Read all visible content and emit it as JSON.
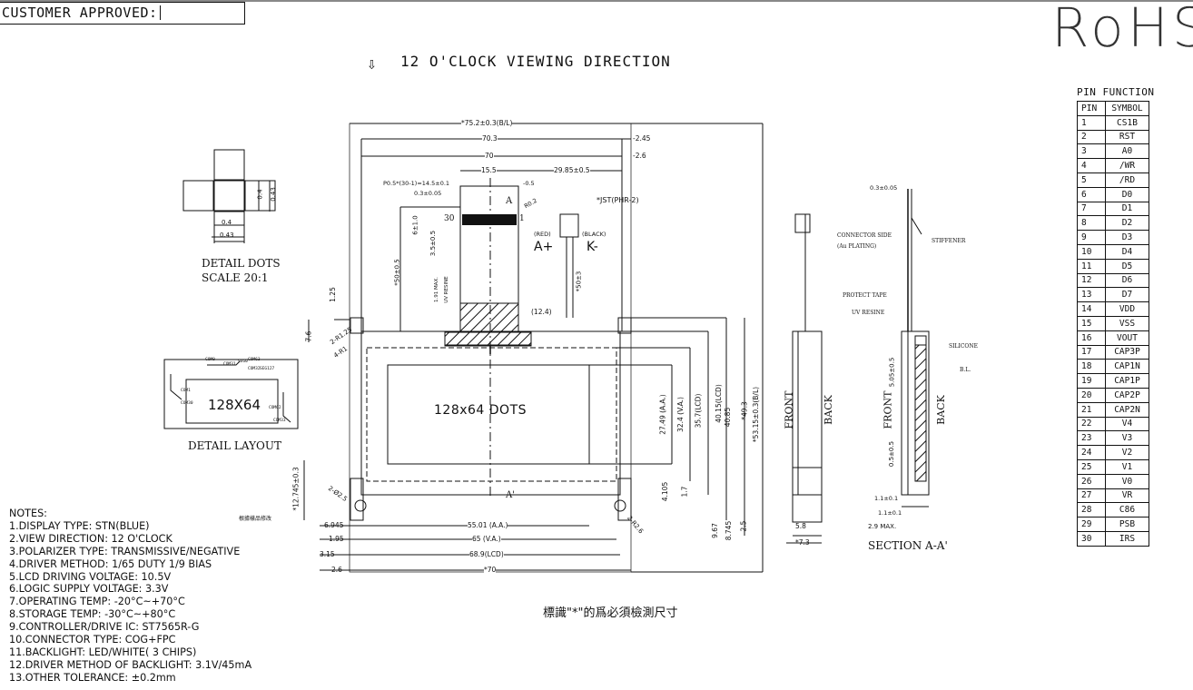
{
  "header": {
    "customer_approved_label": "CUSTOMER APPROVED:",
    "rohs_mark": "RoHS",
    "viewing_direction": "12 O'CLOCK VIEWING DIRECTION"
  },
  "detail_dots": {
    "title": "DETAIL DOTS",
    "scale": "SCALE 20:1",
    "dims": [
      "0.4",
      "0.43",
      "0.4",
      "0.43"
    ]
  },
  "detail_layout": {
    "title": "DETAIL LAYOUT",
    "center_label": "128X64",
    "com_labels": [
      "COM0",
      "COM31",
      "SEG0",
      "SEG127",
      "COM63",
      "COM32",
      "COM62",
      "COM33",
      "COM1",
      "COM30"
    ]
  },
  "front_view": {
    "center_label": "128x64 DOTS",
    "top_dims": [
      "*75.2±0.3(B/L)",
      "70.3",
      "70",
      "15.5",
      "29.85±0.5",
      "-2.45",
      "-2.6"
    ],
    "fpc_dims": [
      "P0.5*(30-1)=14.5±0.1",
      "0.3±0.05",
      "-0.5",
      "R0.2",
      "30",
      "1"
    ],
    "connector": {
      "label": "*JST(PHR-2)",
      "red": "(RED)",
      "black": "(BLACK)",
      "plus": "A+",
      "minus": "K-"
    },
    "section_marks": [
      "A",
      "A'"
    ],
    "bottom_dims": [
      "55.01 (A.A.)",
      "65 (V.A.)",
      "68.9(LCD)",
      "*70",
      "6.945",
      "1.95",
      "3.15",
      "2.6"
    ],
    "right_dims": [
      "27.49 (A.A.)",
      "32.4 (V.A.)",
      "35.7(LCD)",
      "40.15(LCD)",
      "40.85",
      "*49.3",
      "*53.15±0.3(B/L)",
      "4.105",
      "1.7",
      "9.67",
      "8.745",
      "2.5"
    ],
    "left_dims": [
      "1.25",
      "7.6",
      "2-R1.25",
      "4-R1",
      "*12.745±0.3",
      "2-Ø2.5",
      "2-R2.6"
    ],
    "mid_dims": [
      "6±1.0",
      "3.5±0.5",
      "*50±0.5",
      "1.91 MAX.",
      "UV RESINE",
      "(12.4)",
      "*50±3"
    ],
    "side_note": "根據樣品修改"
  },
  "side_view": {
    "front": "FRONT",
    "back": "BACK",
    "dims": [
      "5.8",
      "*7.3"
    ]
  },
  "section": {
    "title": "SECTION A-A'",
    "front": "FRONT",
    "back": "BACK",
    "labels": [
      "0.3±0.05",
      "CONNECTOR SIDE",
      "(Au PLATING)",
      "STIFFENER",
      "PROTECT TAPE",
      "UV RESINE",
      "SILICONE",
      "B.L."
    ],
    "dims": [
      "5.05±0.5",
      "0.5±0.5",
      "1.1±0.1",
      "1.1±0.1",
      "2.9 MAX."
    ]
  },
  "pin_function": {
    "title": "PIN FUNCTION",
    "headers": [
      "PIN",
      "SYMBOL"
    ],
    "rows": [
      [
        "1",
        "CS1B"
      ],
      [
        "2",
        "RST"
      ],
      [
        "3",
        "A0"
      ],
      [
        "4",
        "/WR"
      ],
      [
        "5",
        "/RD"
      ],
      [
        "6",
        "D0"
      ],
      [
        "7",
        "D1"
      ],
      [
        "8",
        "D2"
      ],
      [
        "9",
        "D3"
      ],
      [
        "10",
        "D4"
      ],
      [
        "11",
        "D5"
      ],
      [
        "12",
        "D6"
      ],
      [
        "13",
        "D7"
      ],
      [
        "14",
        "VDD"
      ],
      [
        "15",
        "VSS"
      ],
      [
        "16",
        "VOUT"
      ],
      [
        "17",
        "CAP3P"
      ],
      [
        "18",
        "CAP1N"
      ],
      [
        "19",
        "CAP1P"
      ],
      [
        "20",
        "CAP2P"
      ],
      [
        "21",
        "CAP2N"
      ],
      [
        "22",
        "V4"
      ],
      [
        "23",
        "V3"
      ],
      [
        "24",
        "V2"
      ],
      [
        "25",
        "V1"
      ],
      [
        "26",
        "V0"
      ],
      [
        "27",
        "VR"
      ],
      [
        "28",
        "C86"
      ],
      [
        "29",
        "PSB"
      ],
      [
        "30",
        "IRS"
      ]
    ]
  },
  "notes": {
    "title": "NOTES:",
    "items": [
      "1.DISPLAY TYPE: STN(BLUE)",
      "2.VIEW DIRECTION: 12 O'CLOCK",
      "3.POLARIZER TYPE: TRANSMISSIVE/NEGATIVE",
      "4.DRIVER METHOD: 1/65 DUTY 1/9 BIAS",
      "5.LCD DRIVING VOLTAGE: 10.5V",
      "6.LOGIC SUPPLY VOLTAGE: 3.3V",
      "7.OPERATING TEMP: -20°C~+70°C",
      "8.STORAGE TEMP: -30°C~+80°C",
      "9.CONTROLLER/DRIVE IC: ST7565R-G",
      "10.CONNECTOR TYPE: COG+FPC",
      "11.BACKLIGHT: LED/WHITE( 3 CHIPS)",
      "12.DRIVER METHOD OF BACKLIGHT: 3.1V/45mA",
      "13.OTHER TOLERANCE: ±0.2mm"
    ]
  },
  "footer_note": "標識\"*\"的爲必須檢測尺寸"
}
